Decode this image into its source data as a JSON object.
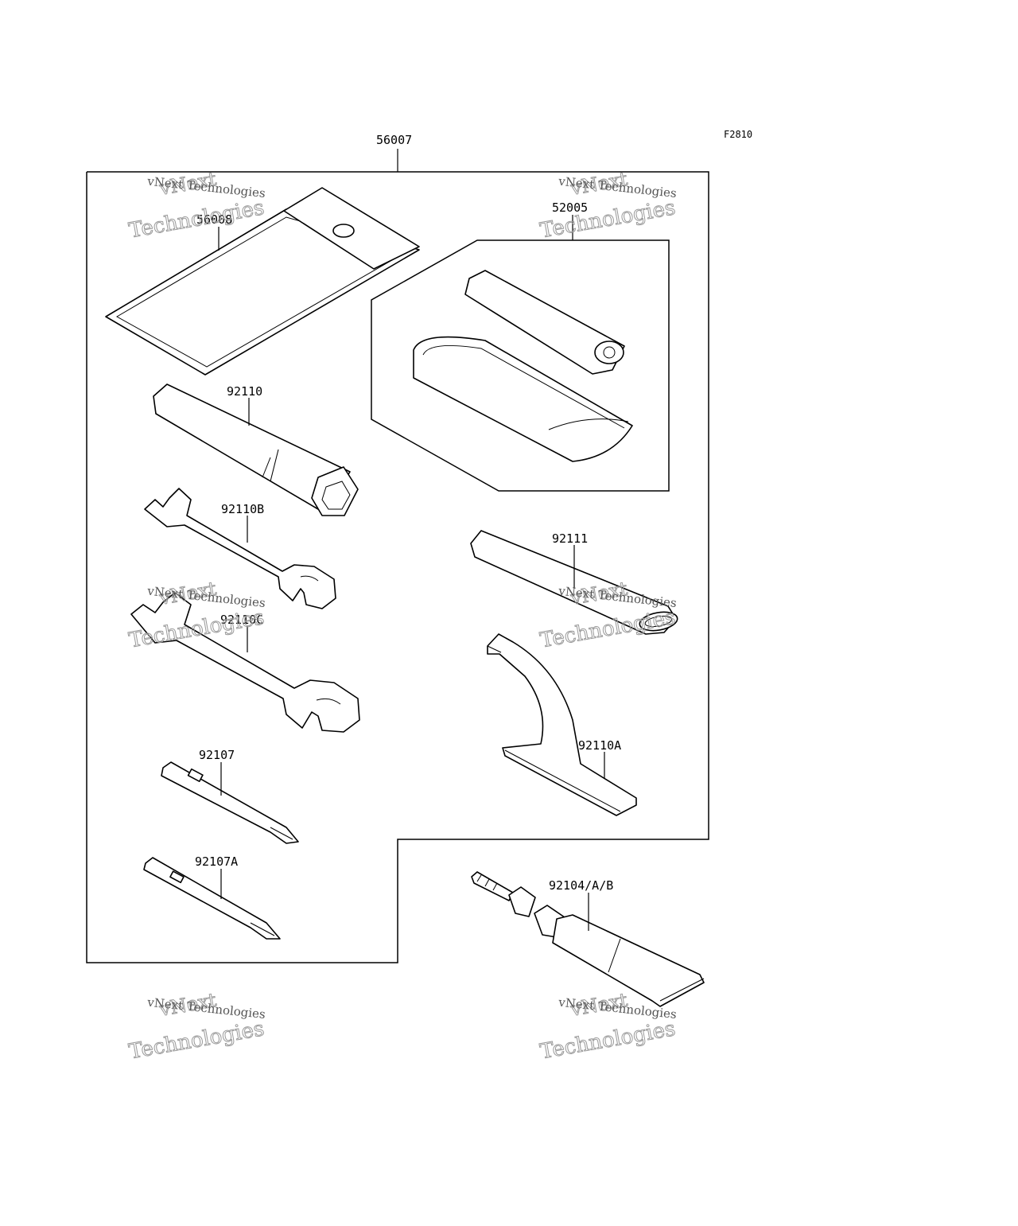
{
  "diagram_code": "F2810",
  "parts": {
    "tool_kit": "56007",
    "tool_bag": "56008",
    "grease_set": "52005",
    "plug_wrench": "92110",
    "wrench_b": "92110B",
    "wrench_c": "92110C",
    "screwdriver": "92107",
    "screwdriver_a": "92107A",
    "handle_bar": "92111",
    "hook_wrench": "92110A",
    "grease_tube": "92104/A/B"
  },
  "watermark": {
    "line1": "vNext",
    "line2": "Technologies",
    "caption": "vNext Technologies"
  }
}
